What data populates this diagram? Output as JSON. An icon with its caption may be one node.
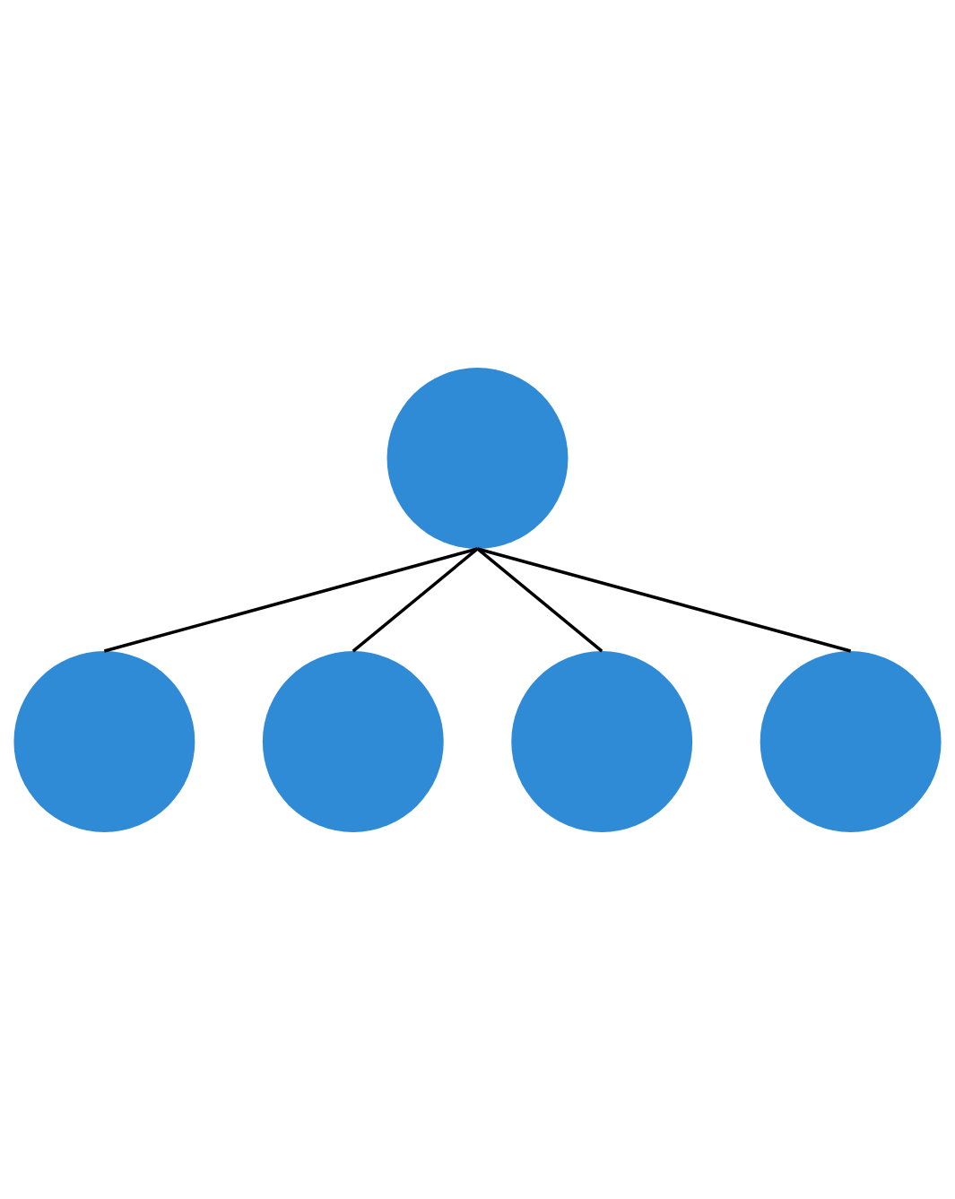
{
  "diagram": {
    "nodes": [
      {
        "text": [],
        "shape": "circle"
      },
      {
        "text": [],
        "shape": "circle"
      },
      {
        "text": [],
        "shape": "circle"
      },
      {
        "text": [],
        "shape": "circle"
      },
      {
        "text": [],
        "shape": "circle"
      }
    ],
    "edges": [
      {
        "from": 0,
        "to": 1,
        "arrow": "none"
      },
      {
        "from": 0,
        "to": 2,
        "arrow": "none"
      },
      {
        "from": 0,
        "to": 3,
        "arrow": "none"
      },
      {
        "from": 0,
        "to": 4,
        "arrow": "none"
      }
    ]
  }
}
